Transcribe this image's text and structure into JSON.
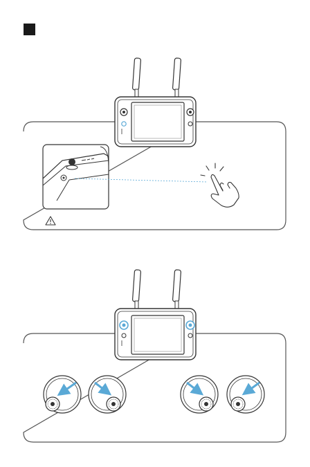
{
  "page": {
    "marker_square_color": "#1a1a1a",
    "accent_color": "#5aa9d6",
    "line_color": "#333333",
    "panel_border_color": "#555555"
  },
  "section1": {
    "controller_icons": [
      "antenna-left",
      "antenna-right",
      "joystick-left",
      "joystick-right",
      "power-button",
      "screen"
    ],
    "inset_icons": [
      "joystick-closeup",
      "screen-edge"
    ],
    "gesture_icon": "tap-hand-icon",
    "warning_icon": "warning-triangle-icon",
    "warning_text": ""
  },
  "section2": {
    "controller_icons": [
      "antenna-left",
      "antenna-right",
      "joystick-left-highlight",
      "joystick-right-highlight",
      "screen"
    ],
    "joystick_cap_icons": [
      "joystick-cap-1",
      "joystick-cap-2",
      "joystick-cap-3",
      "joystick-cap-4"
    ]
  }
}
